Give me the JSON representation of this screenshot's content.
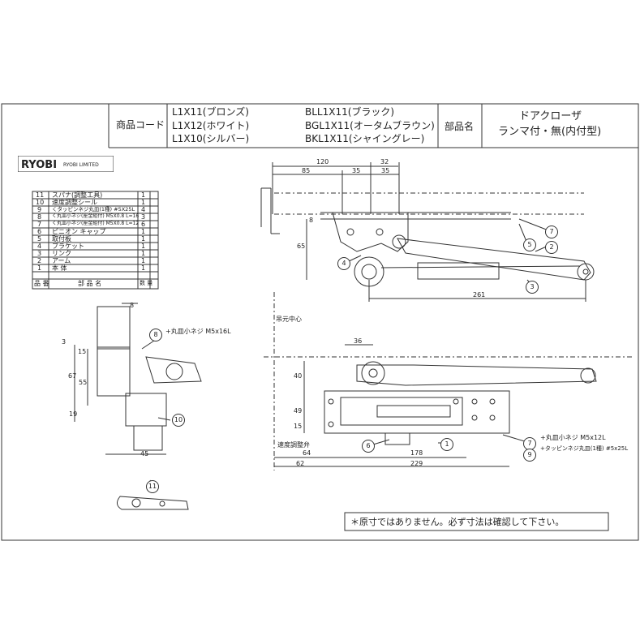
{
  "header": {
    "code_label": "商品コード",
    "codes_left": [
      "L1X11(ブロンズ)",
      "L1X12(ホワイト)",
      "L1X10(シルバー)"
    ],
    "codes_right": [
      "BLL1X11(ブラック)",
      "BGL1X11(オータムブラウン)",
      "BKL1X11(シャイングレー)"
    ],
    "part_label": "部品名",
    "product_name": "ドアクローザ",
    "product_sub": "ランマ付・無(内付型)"
  },
  "logo": {
    "brand": "RYOBI",
    "sub": "RYOBI LIMITED"
  },
  "parts_table": {
    "rows": [
      {
        "no": "11",
        "name": "スパナ(調整工具)",
        "qty": "1"
      },
      {
        "no": "10",
        "name": "速度調整シール",
        "qty": "1"
      },
      {
        "no": "9",
        "name": "くタッピンネジ丸皿(1種) #5X25L",
        "qty": "4"
      },
      {
        "no": "8",
        "name": "く丸皿小ネジ(座金組付) M5X0.8 L=16",
        "qty": "3"
      },
      {
        "no": "7",
        "name": "く丸皿小ネジ(座金組付) M5X0.8 L=12",
        "qty": "6"
      },
      {
        "no": "6",
        "name": "ピニオン キャップ",
        "qty": "1"
      },
      {
        "no": "5",
        "name": "取付板",
        "qty": "1"
      },
      {
        "no": "4",
        "name": "ブラケット",
        "qty": "1"
      },
      {
        "no": "3",
        "name": "リンク",
        "qty": "1"
      },
      {
        "no": "2",
        "name": "アーム",
        "qty": "1"
      },
      {
        "no": "1",
        "name": "本 体",
        "qty": "1"
      }
    ],
    "col_no": "品 番",
    "col_name": "部 品 名",
    "col_qty": "数 量"
  },
  "dims_top": [
    "120",
    "32",
    "85",
    "35",
    "35",
    "8",
    "65",
    "261"
  ],
  "dims_side": [
    "8",
    "3",
    "15",
    "67",
    "55",
    "19",
    "45"
  ],
  "dims_bottom": [
    "36",
    "40",
    "49",
    "15",
    "64",
    "178",
    "62",
    "229"
  ],
  "labels": {
    "hinge_center": "吊元中心",
    "screw_8": "+丸皿小ネジ M5x16L",
    "speed_valve": "速度調整弁",
    "screw_7": "+丸皿小ネジ M5x12L",
    "screw_9": "+タッピンネジ丸皿(1種) #5x25L"
  },
  "callouts": [
    "1",
    "2",
    "3",
    "4",
    "5",
    "6",
    "7",
    "8",
    "9",
    "10",
    "11"
  ],
  "note": "＊原寸ではありません。必ず寸法は確認して下さい。"
}
